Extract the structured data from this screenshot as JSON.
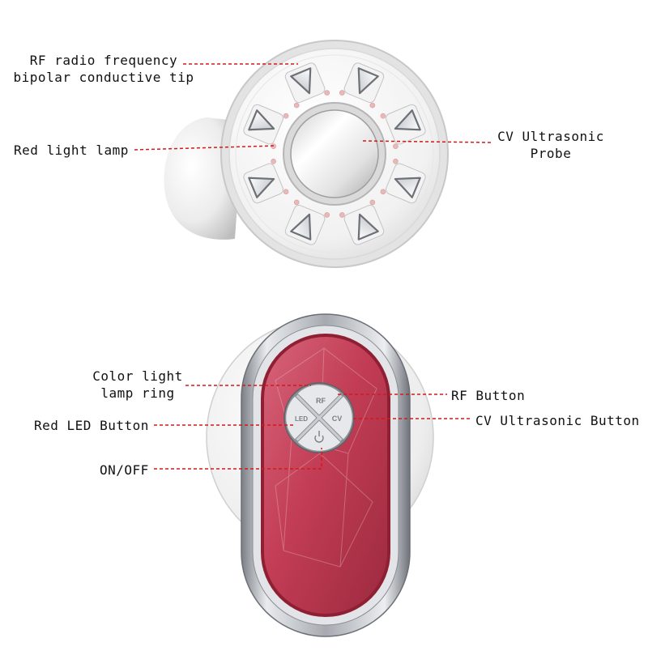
{
  "labels": {
    "rf_tip": {
      "line1": "RF radio frequency",
      "line2": "bipolar conductive tip"
    },
    "red_light_lamp": "Red light lamp",
    "cv_probe": {
      "line1": "CV Ultrasonic",
      "line2": "Probe"
    },
    "color_light_ring": {
      "line1": "Color light",
      "line2": "lamp ring"
    },
    "red_led_button": "Red LED Button",
    "on_off": "ON/OFF",
    "rf_button": "RF Button",
    "cv_button": "CV Ultrasonic Button"
  },
  "button_marks": {
    "rf": "RF",
    "cv": "CV",
    "led": "LED"
  },
  "colors": {
    "leader": "#d11a1a",
    "body_red": "#c8425a",
    "chrome": "#b9bdc3",
    "white_body": "#eeeeee"
  },
  "icons": [
    "power-icon"
  ]
}
